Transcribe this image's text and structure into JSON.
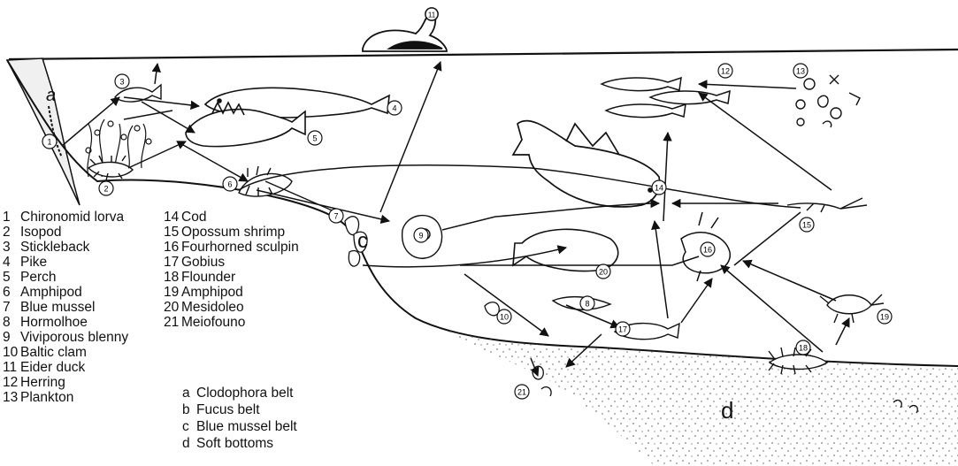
{
  "legend_left": [
    {
      "num": "1",
      "name": "Chironomid lorva"
    },
    {
      "num": "2",
      "name": "Isopod"
    },
    {
      "num": "3",
      "name": "Stickleback"
    },
    {
      "num": "4",
      "name": "Pike"
    },
    {
      "num": "5",
      "name": "Perch"
    },
    {
      "num": "6",
      "name": "Amphipod"
    },
    {
      "num": "7",
      "name": "Blue mussel"
    },
    {
      "num": "8",
      "name": "Hormolhoe"
    },
    {
      "num": "9",
      "name": "Viviporous blenny"
    },
    {
      "num": "10",
      "name": "Baltic clam"
    },
    {
      "num": "11",
      "name": "Eider duck"
    },
    {
      "num": "12",
      "name": "Herring"
    },
    {
      "num": "13",
      "name": "Plankton"
    }
  ],
  "legend_right": [
    {
      "num": "14",
      "name": "Cod"
    },
    {
      "num": "15",
      "name": "Opossum shrimp"
    },
    {
      "num": "16",
      "name": "Fourhorned sculpin"
    },
    {
      "num": "17",
      "name": "Gobius"
    },
    {
      "num": "18",
      "name": "Flounder"
    },
    {
      "num": "19",
      "name": "Amphipod"
    },
    {
      "num": "20",
      "name": "Mesidoleo"
    },
    {
      "num": "21",
      "name": "Meiofouno"
    }
  ],
  "legend_zones": [
    {
      "letter": "a",
      "name": "Clodophora belt"
    },
    {
      "letter": "b",
      "name": "Fucus belt"
    },
    {
      "letter": "c",
      "name": "Blue mussel belt"
    },
    {
      "letter": "d",
      "name": "Soft bottoms"
    }
  ],
  "zone_labels": {
    "a": "a",
    "c": "c",
    "d": "d"
  },
  "node_labels": {
    "n1": "1",
    "n2": "2",
    "n3": "3",
    "n4": "4",
    "n5": "5",
    "n6": "6",
    "n7": "7",
    "n8": "8",
    "n9": "9",
    "n10": "10",
    "n11": "11",
    "n12": "12",
    "n13": "13",
    "n14": "14",
    "n15": "15",
    "n16": "16",
    "n17": "17",
    "n18": "18",
    "n19": "19",
    "n20": "20",
    "n21": "21"
  }
}
